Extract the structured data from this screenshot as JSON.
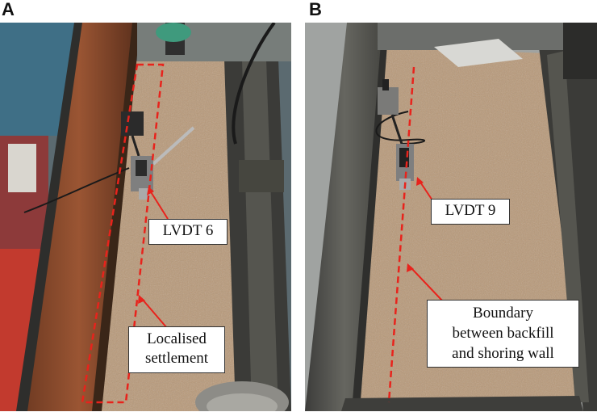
{
  "panels": [
    {
      "letter": "A",
      "labels": {
        "lvdt": "LVDT 6",
        "settlement_line1": "Localised",
        "settlement_line2": "settlement"
      }
    },
    {
      "letter": "B",
      "labels": {
        "lvdt": "LVDT 9",
        "boundary_line1": "Boundary",
        "boundary_line2": "between backfill",
        "boundary_line3": "and shoring wall"
      }
    }
  ],
  "colors": {
    "annotation_red": "#e8231c",
    "soil": "#b89877",
    "steel_rust": "#8a4a2c",
    "steel_dark": "#3b3b38"
  }
}
